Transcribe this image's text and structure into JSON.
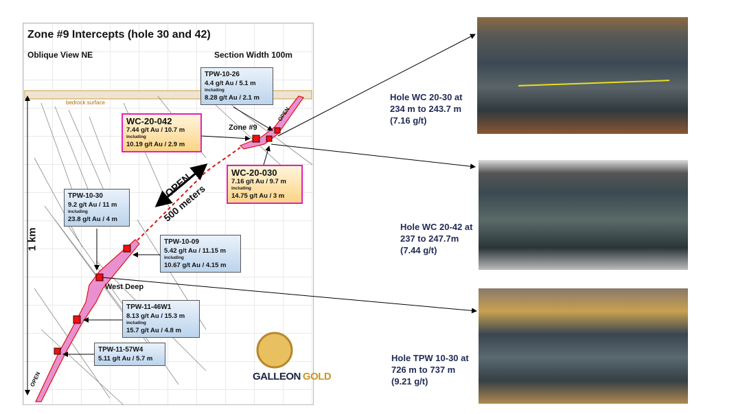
{
  "diagram": {
    "title": "Zone #9 Intercepts (hole 30 and 42)",
    "view": "Oblique View NE",
    "section_width": "Section Width 100m",
    "bedrock": "bedrock surface",
    "zone_label": "Zone #9",
    "west_deep": "West Deep",
    "open_label": "OPEN",
    "open_big": "OPEN",
    "distance": "500 meters",
    "scale": "1 km",
    "logo": {
      "word1": "GALLEON",
      "word2": "GOLD"
    },
    "intercepts": [
      {
        "hole": "TPW-10-26",
        "grade": "4.4 g/t Au / 5.1 m",
        "including": "including",
        "sub": "8.28 g/t Au / 2.1 m"
      },
      {
        "hole": "WC-20-042",
        "grade": "7.44 g/t Au / 10.7 m",
        "including": "including",
        "sub": "10.19 g/t Au / 2.9 m"
      },
      {
        "hole": "WC-20-030",
        "grade": "7.16 g/t Au / 9.7 m",
        "including": "including",
        "sub": "14.75 g/t Au / 3 m"
      },
      {
        "hole": "TPW-10-30",
        "grade": "9.2 g/t Au / 11 m",
        "including": "including",
        "sub": "23.8 g/t Au / 4 m"
      },
      {
        "hole": "TPW-10-09",
        "grade": "5.42 g/t Au / 11.15 m",
        "including": "including",
        "sub": "10.67 g/t Au / 4.15 m"
      },
      {
        "hole": "TPW-11-46W1",
        "grade": "8.13 g/t Au / 15.3 m",
        "including": "including",
        "sub": "15.7 g/t Au / 4.8 m"
      },
      {
        "hole": "TPW-11-57W4",
        "grade": "5.11 g/t Au / 5.7 m"
      }
    ]
  },
  "cores": [
    {
      "line1": "Hole WC 20-30 at",
      "line2": "234 m to 243.7 m",
      "line3": "(7.16 g/t)"
    },
    {
      "line1": "Hole WC 20-42 at",
      "line2": "237 to 247.7m",
      "line3": "(7.44 g/t)"
    },
    {
      "line1": "Hole TPW 10-30 at",
      "line2": "726 m to 737 m",
      "line3": "(9.21 g/t)"
    }
  ],
  "colors": {
    "highlight": "#e020c0",
    "zone": "#e890d0",
    "intercept": "#ee1111",
    "text_blue": "#1f2a55",
    "gold": "#c8962a"
  }
}
